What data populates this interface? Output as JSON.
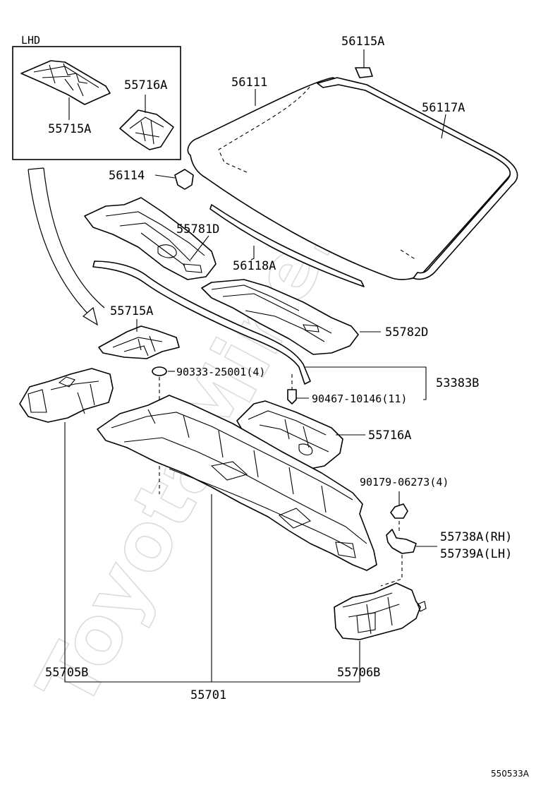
{
  "diagram": {
    "box_title": "LHD",
    "watermark": "ToyotaMine.ru",
    "ref_code": "550533A",
    "labels": {
      "p56115A": "56115A",
      "p56111": "56111",
      "p56117A": "56117A",
      "p55716A_box": "55716A",
      "p55715A_box": "55715A",
      "p56114": "56114",
      "p55781D": "55781D",
      "p56118A": "56118A",
      "p55715A": "55715A",
      "p55782D": "55782D",
      "p90333": "90333-25001(4)",
      "p53383B": "53383B",
      "p90467": "90467-10146(11)",
      "p55716A": "55716A",
      "p90179": "90179-06273(4)",
      "p55738A": "55738A(RH)",
      "p55739A": "55739A(LH)",
      "p55705B": "55705B",
      "p55706B": "55706B",
      "p55701": "55701"
    }
  }
}
